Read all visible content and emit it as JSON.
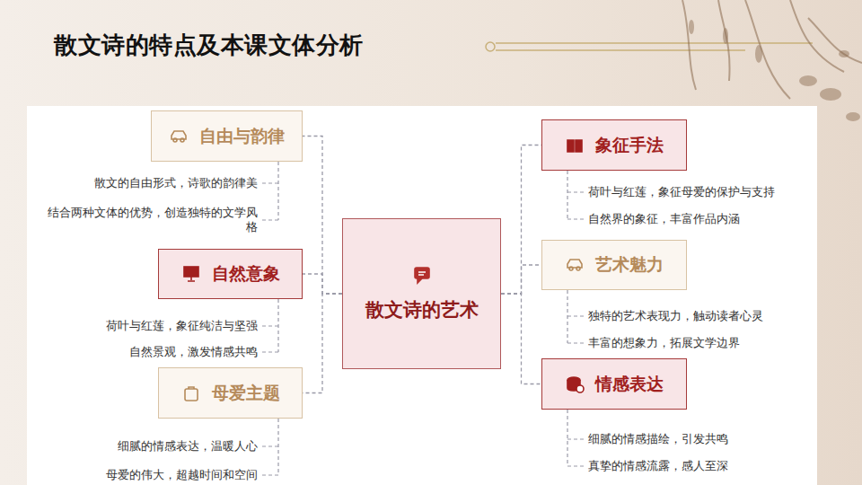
{
  "diagram": {
    "title": "散文诗的特点及本课文体分析",
    "nodes": [
      {
        "text": [
          "散文诗的艺术"
        ]
      },
      {
        "text": [
          "自由与韵律"
        ]
      },
      {
        "text": [
          "自然意象"
        ]
      },
      {
        "text": [
          "母爱主题"
        ]
      },
      {
        "text": [
          "象征手法"
        ]
      },
      {
        "text": [
          "艺术魅力"
        ]
      },
      {
        "text": [
          "情感表达"
        ]
      }
    ],
    "edges": [
      {
        "from": 0,
        "to": 1,
        "arrow": "none"
      },
      {
        "from": 0,
        "to": 2,
        "arrow": "none"
      },
      {
        "from": 0,
        "to": 3,
        "arrow": "none"
      },
      {
        "from": 0,
        "to": 4,
        "arrow": "none"
      },
      {
        "from": 0,
        "to": 5,
        "arrow": "none"
      },
      {
        "from": 0,
        "to": 6,
        "arrow": "none"
      }
    ],
    "labels": [
      "散文的自由形式，诗歌的韵律美",
      "结合两种文体的优势，创造独特的文学风格",
      "荷叶与红莲，象征纯洁与坚强",
      "自然景观，激发情感共鸣",
      "细腻的情感表达，温暖人心",
      "母爱的伟大，超越时间和空间",
      "荷叶与红莲，象征母爱的保护与支持",
      "自然界的象征，丰富作品内涵",
      "独特的艺术表现力，触动读者心灵",
      "丰富的想象力，拓展文学边界",
      "细腻的情感描绘，引发共鸣",
      "真挚的情感流露，感人至深"
    ]
  }
}
